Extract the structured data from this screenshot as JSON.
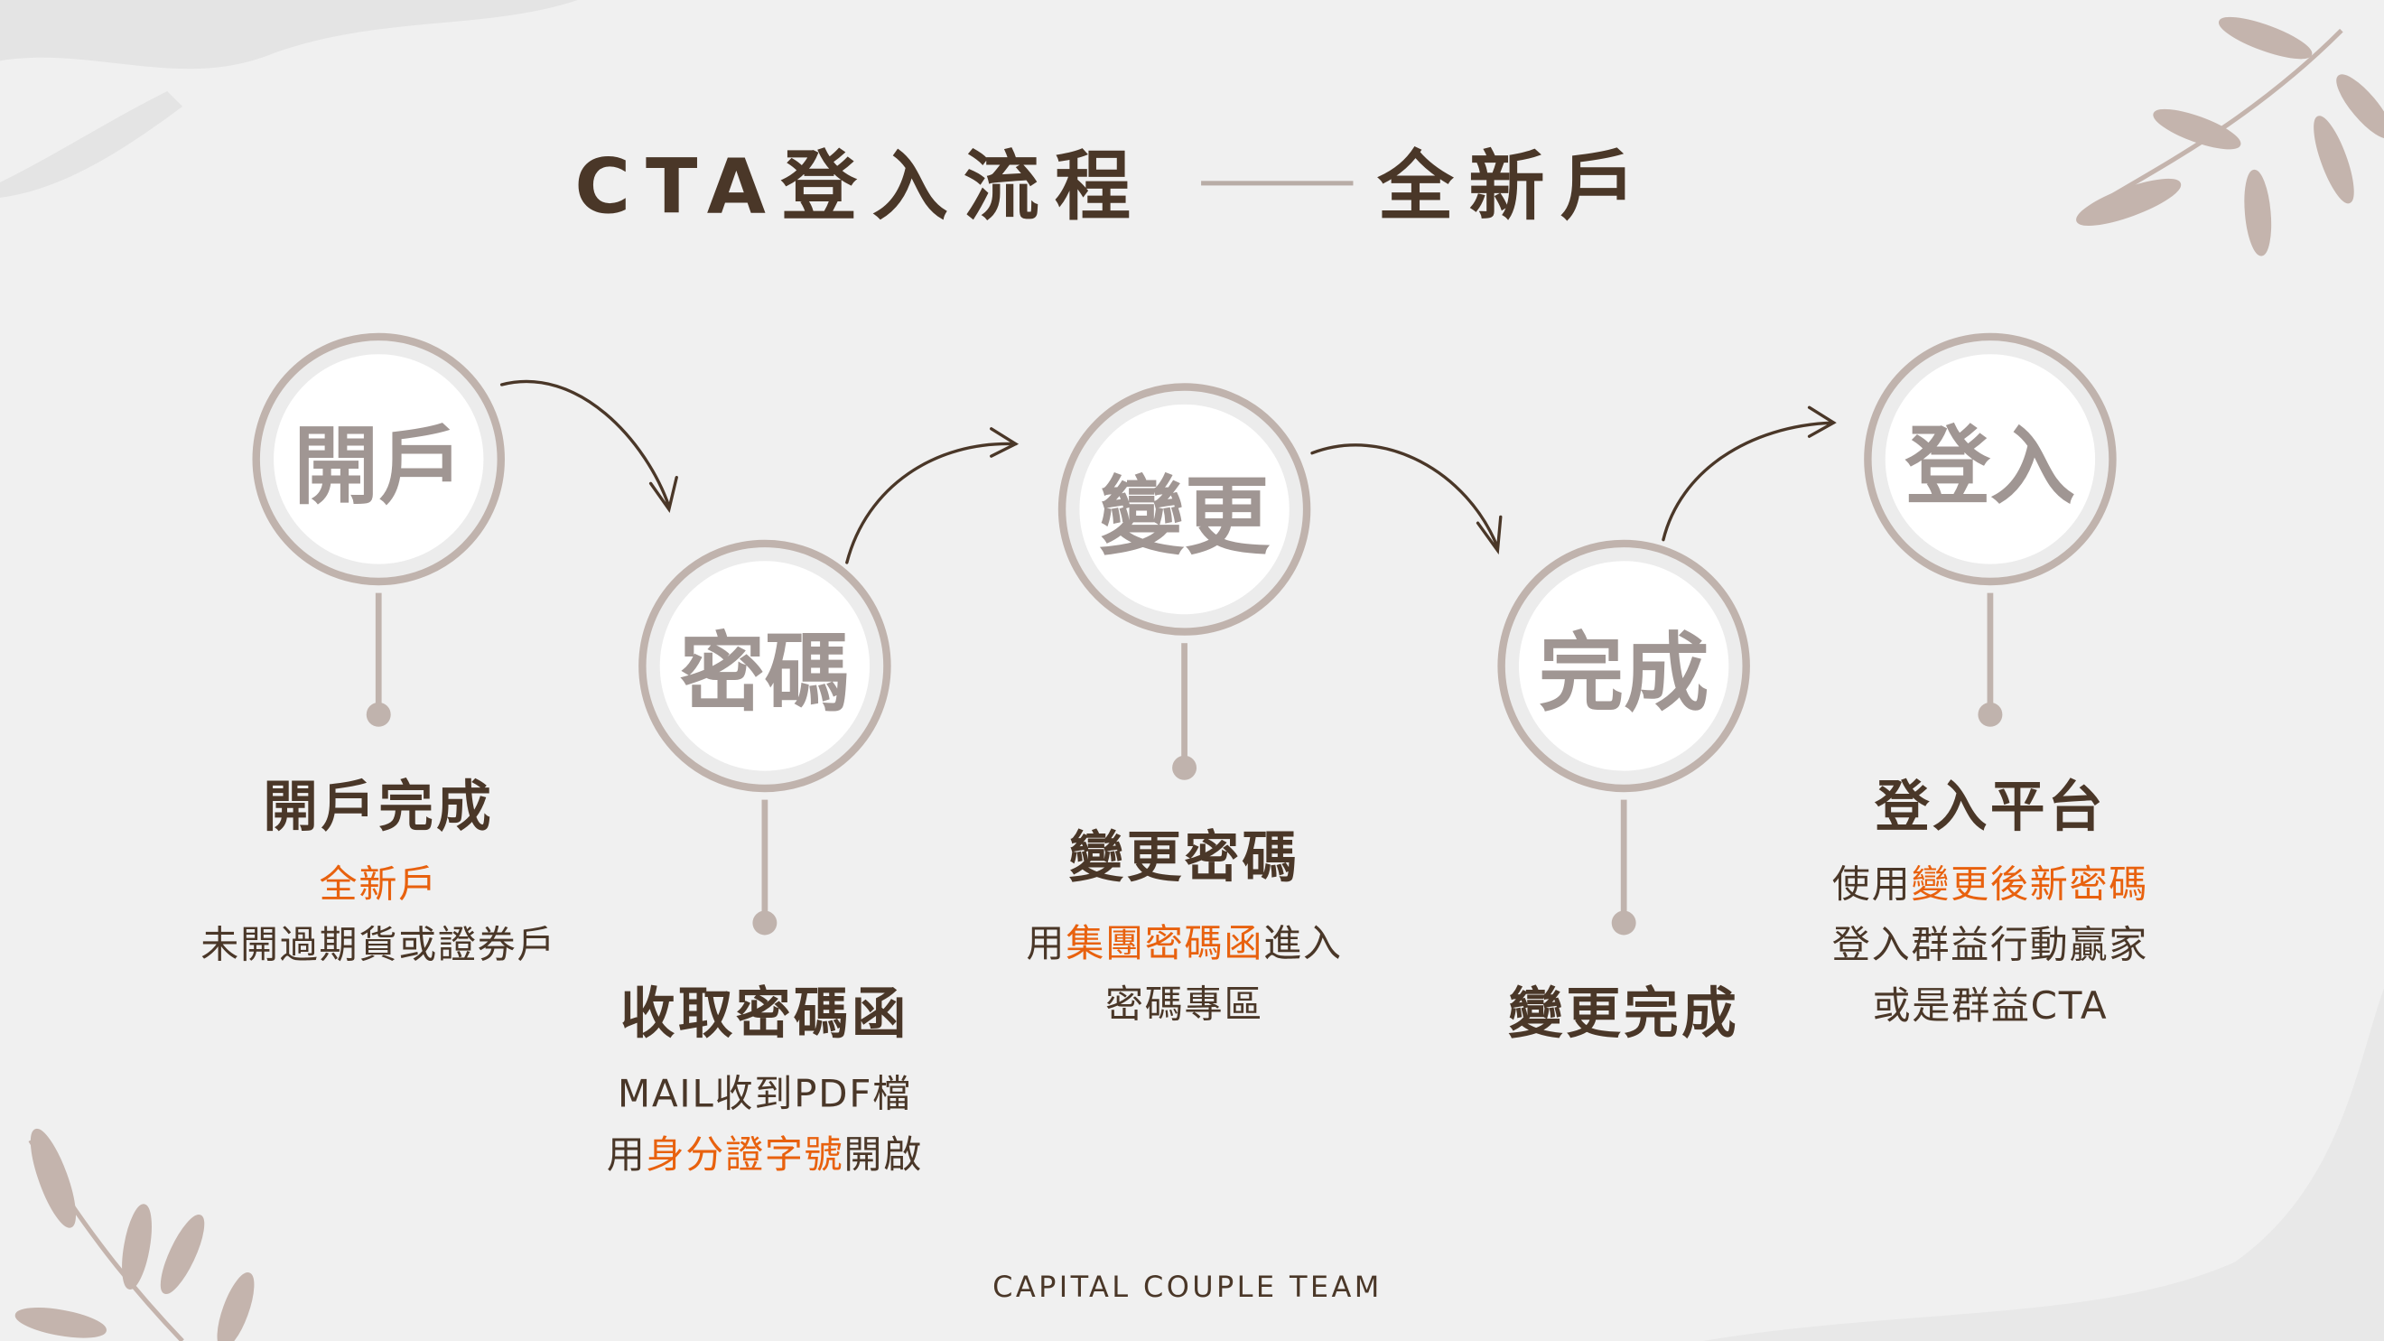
{
  "header": {
    "title_left": "CTA登入流程",
    "title_right": "全新戶"
  },
  "steps": [
    {
      "circle": "開戶",
      "title": "開戶完成",
      "lines": [
        [
          {
            "t": "全新戶"
          }
        ],
        [
          {
            "t": "未開過期貨或證券戶"
          }
        ]
      ]
    },
    {
      "circle": "密碼",
      "title": "收取密碼函",
      "lines": [
        [
          {
            "t": "MAIL收到PDF檔"
          }
        ],
        [
          {
            "t": "用"
          },
          {
            "t": "身分證字號"
          },
          {
            "t": "開啟"
          }
        ]
      ]
    },
    {
      "circle": "變更",
      "title": "變更密碼",
      "lines": [
        [
          {
            "t": "用"
          },
          {
            "t": "集團密碼函"
          },
          {
            "t": "進入"
          }
        ],
        [
          {
            "t": "密碼專區"
          }
        ]
      ]
    },
    {
      "circle": "完成",
      "title": "變更完成",
      "lines": []
    },
    {
      "circle": "登入",
      "title": "登入平台",
      "lines": [
        [
          {
            "t": "使用"
          },
          {
            "t": "變更後新密碼"
          }
        ],
        [
          {
            "t": "登入群益行動贏家"
          }
        ],
        [
          {
            "t": "或是群益CTA"
          }
        ]
      ]
    }
  ],
  "footer": "CAPITAL COUPLE TEAM",
  "colors": {
    "text": "#4a3728",
    "highlight": "#e8610e",
    "ring": "#c0b3ad",
    "circle_text": "#a09693",
    "background": "#f0f0f0"
  }
}
